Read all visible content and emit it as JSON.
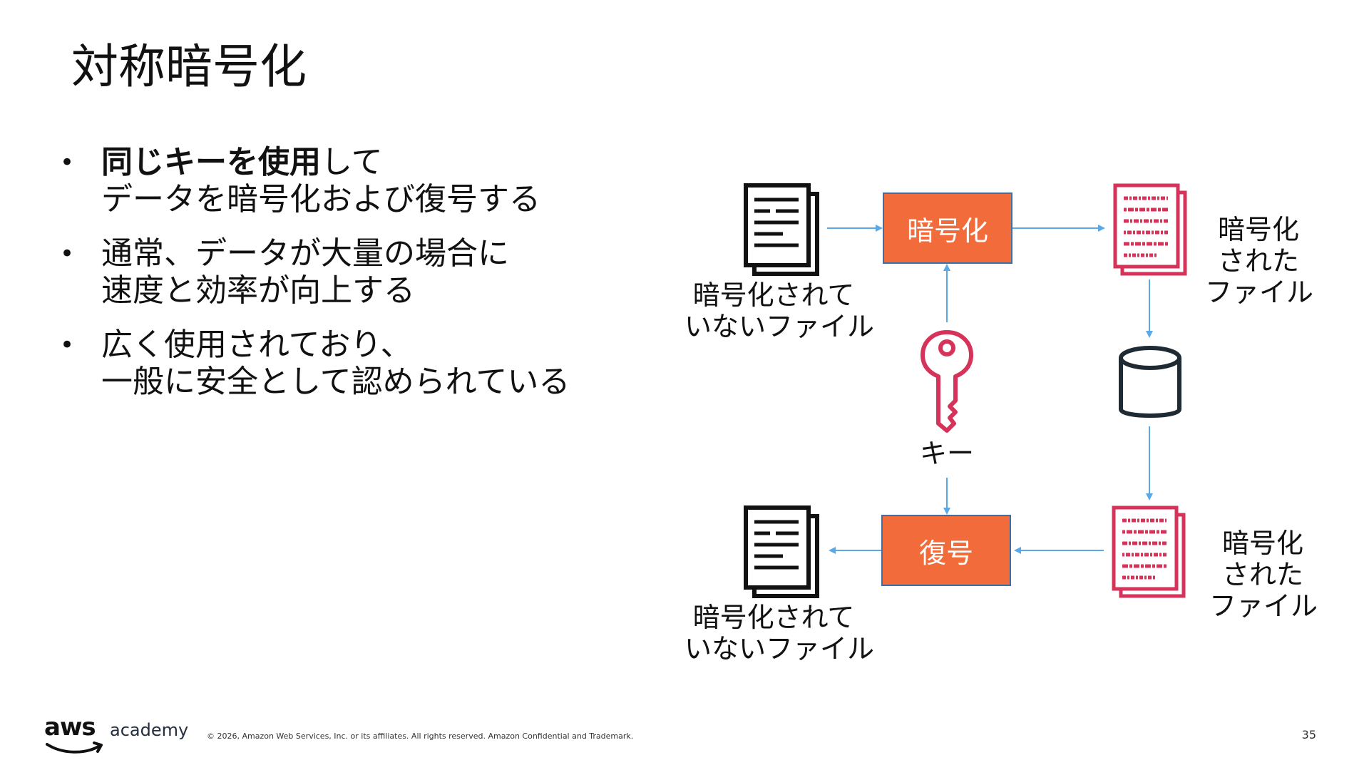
{
  "slide": {
    "title": "対称暗号化",
    "bullets": [
      {
        "lines": [
          {
            "bold": "同じキーを使用",
            "rest": "して"
          },
          {
            "text": "データを暗号化および復号する"
          }
        ]
      },
      {
        "lines": [
          {
            "text": "通常、データが大量の場合に"
          },
          {
            "text": "速度と効率が向上する"
          }
        ]
      },
      {
        "lines": [
          {
            "text": "広く使用されており、"
          },
          {
            "text": "一般に安全として認められている"
          }
        ]
      }
    ]
  },
  "diagram": {
    "encrypt_label": "暗号化",
    "decrypt_label": "復号",
    "key_label": "キー",
    "plain_file_top": [
      "暗号化されて",
      "いないファイル"
    ],
    "plain_file_bottom": [
      "暗号化されて",
      "いないファイル"
    ],
    "encrypted_file_top": [
      "暗号化",
      "された",
      "ファイル"
    ],
    "encrypted_file_bottom": [
      "暗号化",
      "された",
      "ファイル"
    ],
    "icons": {
      "plain_document": "document-icon",
      "encrypted_document": "encrypted-document-icon",
      "key": "key-icon",
      "storage": "database-icon"
    },
    "colors": {
      "process_box": "#f26b3a",
      "process_border": "#3d6fa3",
      "arrow": "#5aa9e6",
      "key": "#d6335a",
      "encrypted_file": "#d6335a",
      "document": "#111111"
    }
  },
  "footer": {
    "brand_aws": "aws",
    "brand_academy": "academy",
    "copyright": "© 2026, Amazon Web Services, Inc. or its affiliates. All rights reserved. Amazon Confidential and Trademark.",
    "page_number": "35"
  }
}
